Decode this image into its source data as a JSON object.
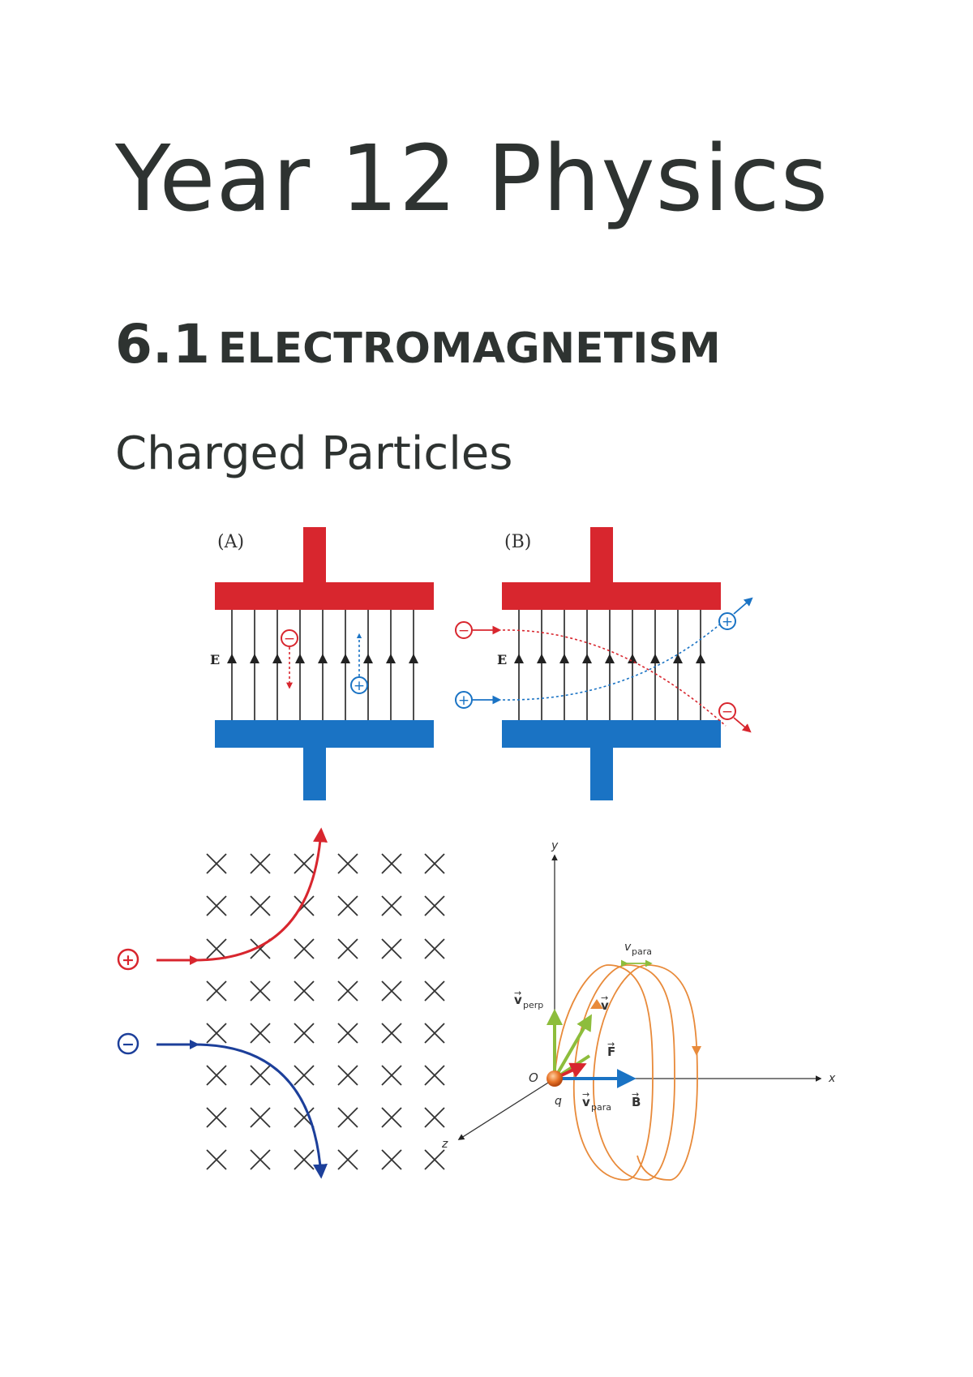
{
  "document": {
    "title": "Year 12 Physics",
    "section_number": "6.1",
    "section_name": "ELECTROMAGNETISM",
    "subtitle": "Charged Particles"
  },
  "figures": {
    "plates_a": {
      "label": "(A)",
      "field_label": "E",
      "negative_charge": "−",
      "positive_charge": "+"
    },
    "plates_b": {
      "label": "(B)",
      "field_label": "E",
      "negative_charge": "−",
      "positive_charge": "+"
    },
    "magnetic_field": {
      "field_symbol": "×",
      "positive_charge": "+",
      "negative_charge": "−"
    },
    "helix": {
      "axis_x": "x",
      "axis_y": "y",
      "axis_z": "z",
      "origin": "O",
      "charge": "q",
      "v_para_top": "v",
      "v_para_top_sub": "para",
      "v_perp": "v",
      "v_perp_sub": "perp",
      "v": "v",
      "force": "F",
      "field": "B",
      "v_para": "v",
      "v_para_sub": "para"
    }
  },
  "colors": {
    "red": "#d8262e",
    "blue": "#1a73c4",
    "dark_blue": "#1c3f9a",
    "green": "#8dbd3c",
    "orange": "#e88a3a",
    "text": "#2e3331"
  }
}
